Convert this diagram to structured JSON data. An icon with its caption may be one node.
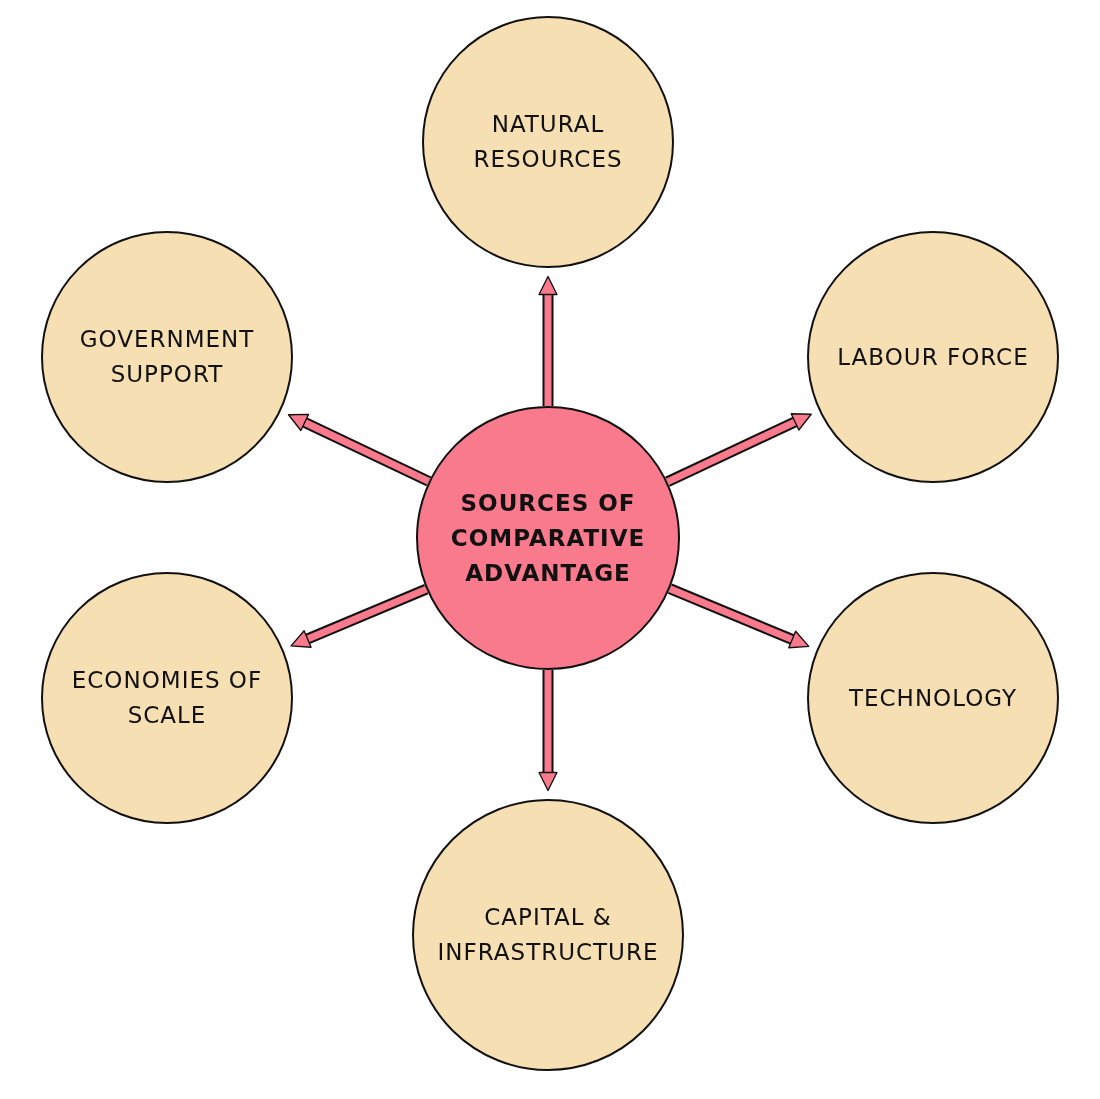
{
  "diagram": {
    "nodes": [
      {
        "text": [
          "NATURAL RESOURCES"
        ]
      },
      {
        "text": [
          "GOVERNMENT SUPPORT"
        ]
      },
      {
        "text": [
          "LABOUR FORCE"
        ]
      },
      {
        "text": [
          "SOURCES OF COMPARATIVE ADVANTAGE"
        ]
      },
      {
        "text": [
          "ECONOMIES OF SCALE"
        ]
      },
      {
        "text": [
          "TECHNOLOGY"
        ]
      },
      {
        "text": [
          "CAPITAL & INFRASTRUCTURE"
        ]
      }
    ],
    "edges": [
      {
        "from": 3,
        "to": 0,
        "arrow": "to"
      },
      {
        "from": 3,
        "to": 1,
        "arrow": "to"
      },
      {
        "from": 3,
        "to": 2,
        "arrow": "to"
      },
      {
        "from": 3,
        "to": 4,
        "arrow": "to"
      },
      {
        "from": 3,
        "to": 5,
        "arrow": "to"
      },
      {
        "from": 3,
        "to": 6,
        "arrow": "to"
      }
    ]
  }
}
